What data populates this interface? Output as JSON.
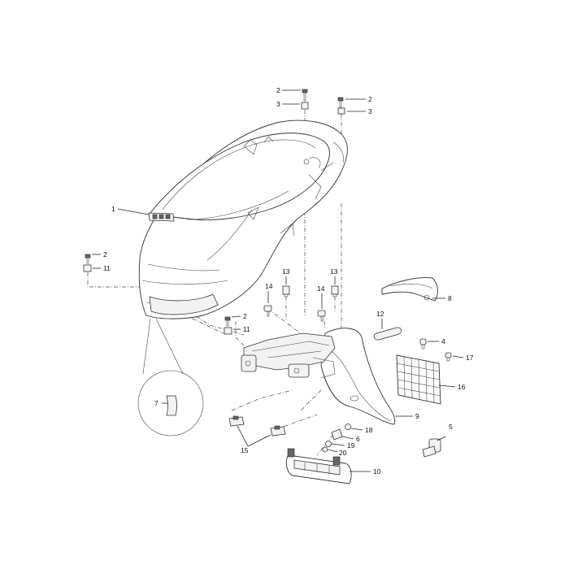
{
  "diagram": {
    "callouts": [
      {
        "id": "c1",
        "text": "1"
      },
      {
        "id": "c2a",
        "text": "2"
      },
      {
        "id": "c3a",
        "text": "3"
      },
      {
        "id": "c2b",
        "text": "2"
      },
      {
        "id": "c3b",
        "text": "3"
      },
      {
        "id": "c2c",
        "text": "2"
      },
      {
        "id": "c11a",
        "text": "11"
      },
      {
        "id": "c13a",
        "text": "13"
      },
      {
        "id": "c13b",
        "text": "13"
      },
      {
        "id": "c14a",
        "text": "14"
      },
      {
        "id": "c14b",
        "text": "14"
      },
      {
        "id": "c2d",
        "text": "2"
      },
      {
        "id": "c11b",
        "text": "11"
      },
      {
        "id": "c8",
        "text": "8"
      },
      {
        "id": "c12",
        "text": "12"
      },
      {
        "id": "c4",
        "text": "4"
      },
      {
        "id": "c17",
        "text": "17"
      },
      {
        "id": "c16",
        "text": "16"
      },
      {
        "id": "c7",
        "text": "7"
      },
      {
        "id": "c9",
        "text": "9"
      },
      {
        "id": "c18",
        "text": "18"
      },
      {
        "id": "c6",
        "text": "6"
      },
      {
        "id": "c19",
        "text": "19"
      },
      {
        "id": "c20",
        "text": "20"
      },
      {
        "id": "c15",
        "text": "15"
      },
      {
        "id": "c5",
        "text": "5"
      },
      {
        "id": "c10",
        "text": "10"
      }
    ]
  }
}
